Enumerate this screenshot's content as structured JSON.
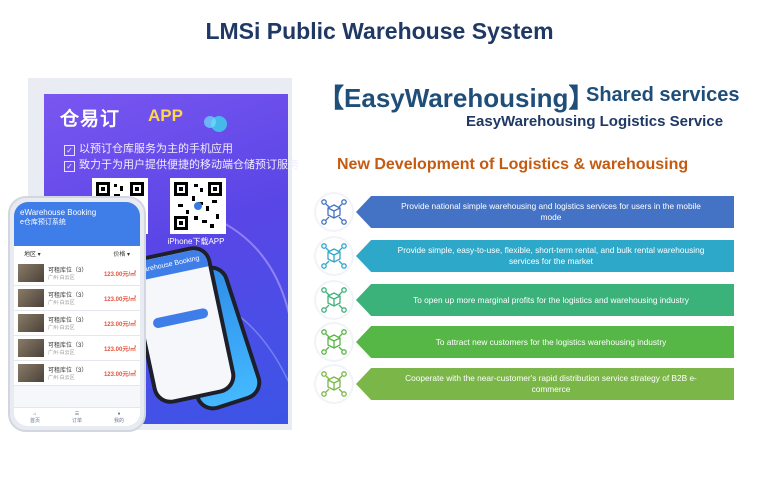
{
  "page": {
    "title": "LMSi Public Warehouse System"
  },
  "poster": {
    "app_name": "仓易订",
    "app_badge": "APP",
    "features": [
      "以预订仓库服务为主的手机应用",
      "致力于为用户提供便捷的移动端仓储预订服务"
    ],
    "qr_ios_label": "iPhone下载APP",
    "phone": {
      "header_line1": "eWarehouse Booking",
      "header_line2": "e仓库预订系统",
      "filter_left": "地区 ▾",
      "filter_right": "价格 ▾",
      "rows": [
        {
          "name": "可租库位（3）",
          "sub": "广州·白云区",
          "price": "123.00元/㎡"
        },
        {
          "name": "可租库位（3）",
          "sub": "广州·白云区",
          "price": "123.00元/㎡"
        },
        {
          "name": "可租库位（3）",
          "sub": "广州·白云区",
          "price": "123.00元/㎡"
        },
        {
          "name": "可租库位（3）",
          "sub": "广州·白云区",
          "price": "123.00元/㎡"
        },
        {
          "name": "可租库位（3）",
          "sub": "广州·白云区",
          "price": "123.00元/㎡"
        }
      ],
      "back_phone_title": "Warehouse Booking",
      "nav": [
        "首页",
        "订单",
        "我的"
      ]
    }
  },
  "headline": {
    "bracket_open": "【",
    "brand": "EasyWarehousing",
    "bracket_close": "】",
    "shared": "Shared services",
    "subtitle": "EasyWarehousing Logistics Service"
  },
  "development": {
    "heading": "New Development of Logistics & warehousing",
    "items": [
      {
        "text": "Provide national simple warehousing and logistics services for users in the mobile mode",
        "color": "#4472c4",
        "icon": "network-cube-icon"
      },
      {
        "text": "Provide simple, easy-to-use, flexible, short-term rental, and bulk rental warehousing services for the market",
        "color": "#2ea8c9",
        "icon": "network-cube-icon"
      },
      {
        "text": "To open up more marginal profits for the logistics and warehousing industry",
        "color": "#3bb27a",
        "icon": "network-cube-icon"
      },
      {
        "text": "To attract new customers for the logistics warehousing industry",
        "color": "#56b646",
        "icon": "network-cube-icon"
      },
      {
        "text": "Cooperate with the near-customer's rapid distribution service strategy of B2B e-commerce",
        "color": "#7ab648",
        "icon": "network-cube-icon"
      }
    ]
  }
}
